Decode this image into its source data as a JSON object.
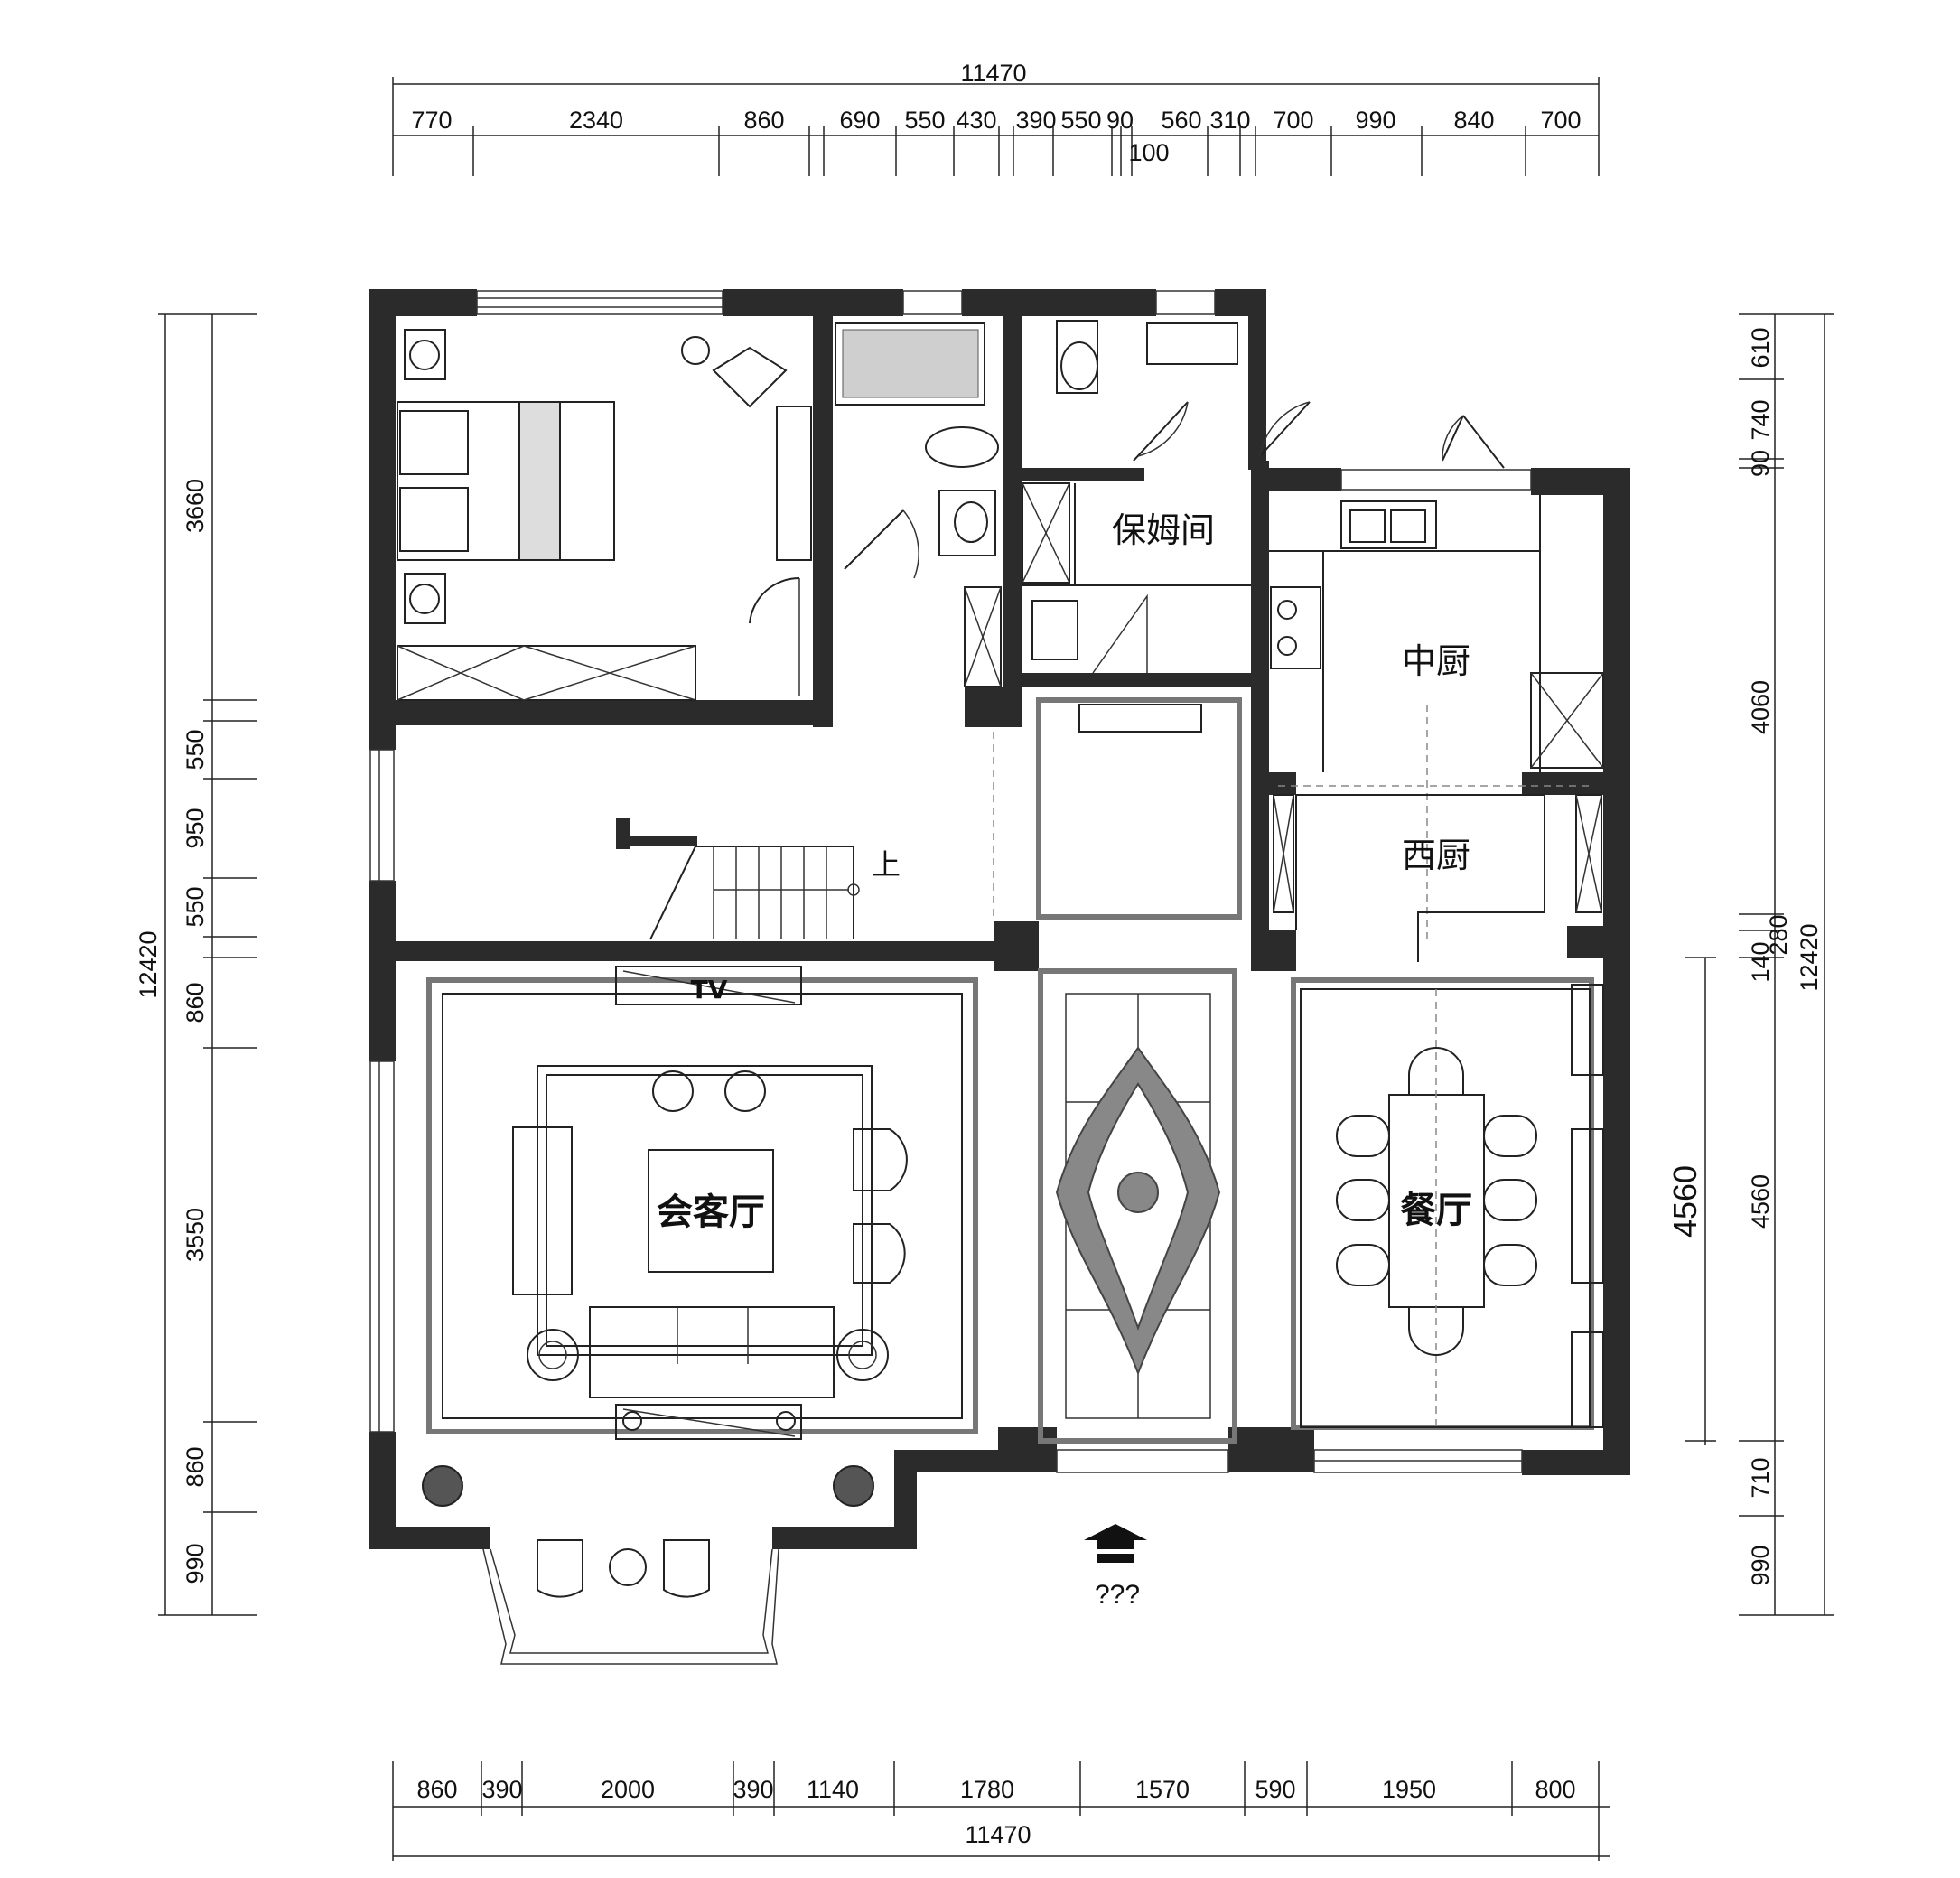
{
  "dimensions": {
    "top_total": "11470",
    "top_segments": [
      "770",
      "2340",
      "860",
      "690",
      "550",
      "430",
      "390",
      "550",
      "90",
      "560",
      "310",
      "700",
      "990",
      "840",
      "700"
    ],
    "top_small": "100",
    "bottom_total": "11470",
    "bottom_segments": [
      "860",
      "390",
      "2000",
      "390",
      "1140",
      "1780",
      "1570",
      "590",
      "1950",
      "800"
    ],
    "left_total": "12420",
    "left_segments": [
      "3660",
      "550",
      "950",
      "550",
      "860",
      "3550",
      "860",
      "990"
    ],
    "right_total": "12420",
    "right_segments": [
      "610",
      "740",
      "90",
      "4060",
      "140",
      "280",
      "4560",
      "710",
      "990"
    ],
    "right_inner": "4560"
  },
  "rooms": {
    "nanny_room": "保姆间",
    "chinese_kitchen": "中厨",
    "western_kitchen": "西厨",
    "living_room": "会客厅",
    "dining_room": "餐厅",
    "stairs_up": "上",
    "tv": "TV",
    "entrance": "???"
  }
}
